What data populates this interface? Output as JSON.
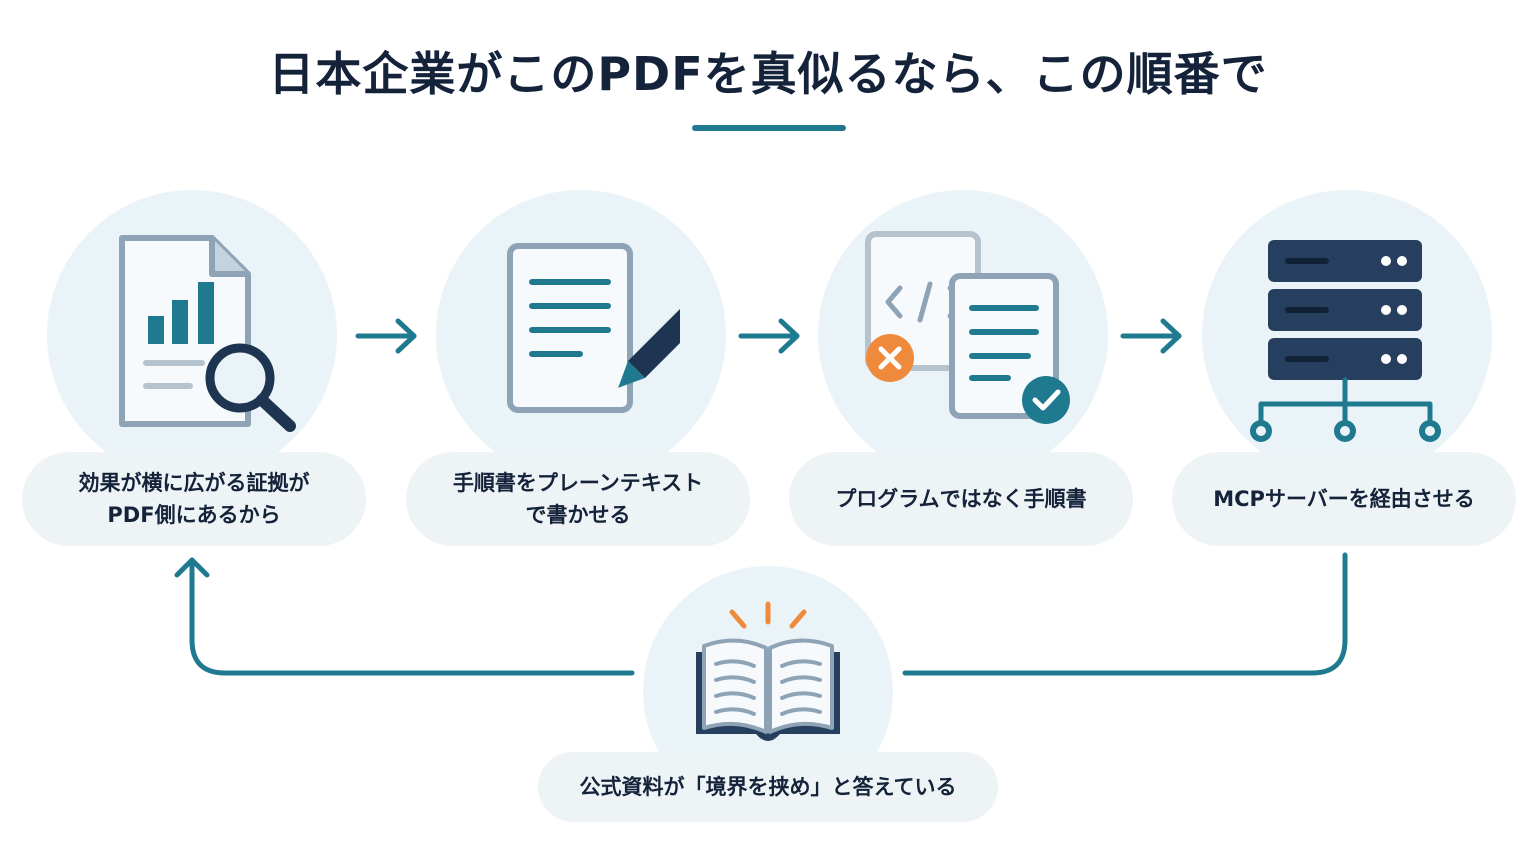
{
  "title": "日本企業がこのPDFを真似るなら、この順番で",
  "steps": [
    {
      "lines": [
        "効果が横に広がる証拠が",
        "PDF側にあるから"
      ],
      "icon": "document-chart-magnifier-icon"
    },
    {
      "lines": [
        "手順書をプレーンテキスト",
        "で書かせる"
      ],
      "icon": "document-pencil-icon"
    },
    {
      "lines": [
        "プログラムではなく手順書"
      ],
      "icon": "code-vs-document-icon"
    },
    {
      "lines": [
        "MCPサーバーを経由させる"
      ],
      "icon": "server-network-icon"
    }
  ],
  "center": {
    "lines": [
      "公式資料が「境界を挟め」と答えている"
    ],
    "icon": "open-book-icon"
  },
  "colors": {
    "accent": "#1f7a90",
    "navy": "#263f5e",
    "orange": "#ef8a3c",
    "bg_circle": "#eaf4f8",
    "pill": "#eef3f6"
  }
}
